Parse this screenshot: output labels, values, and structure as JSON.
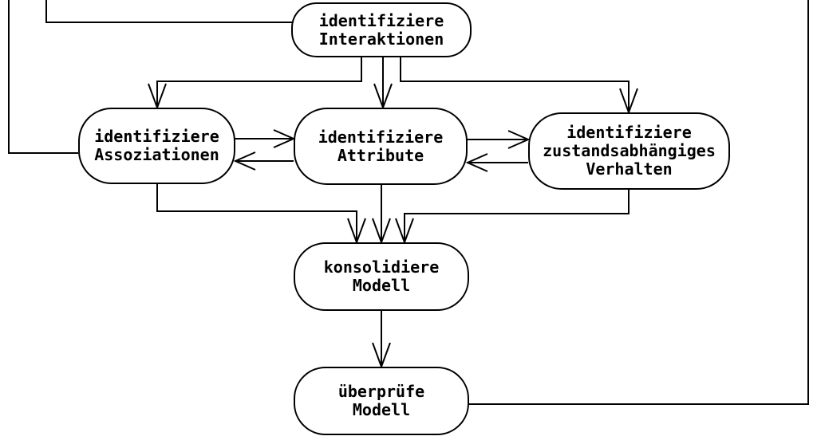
{
  "diagram": {
    "language": "de",
    "background_color": "#ffffff",
    "line_color": "#000000",
    "node_fill_color": "#ffffff",
    "node_border_color": "#000000",
    "nodes": {
      "interaktionen": {
        "lines": [
          "identifiziere",
          "Interaktionen"
        ],
        "label": "identifiziere Interaktionen"
      },
      "assoziationen": {
        "lines": [
          "identifiziere",
          "Assoziationen"
        ],
        "label": "identifiziere Assoziationen"
      },
      "attribute": {
        "lines": [
          "identifiziere",
          "Attribute"
        ],
        "label": "identifiziere Attribute"
      },
      "verhalten": {
        "lines": [
          "identifiziere",
          "zustandsabhängiges",
          "Verhalten"
        ],
        "label": "identifiziere zustandsabhängiges Verhalten"
      },
      "konsolidiere": {
        "lines": [
          "konsolidiere",
          "Modell"
        ],
        "label": "konsolidiere Modell"
      },
      "ueberpruefe": {
        "lines": [
          "überprüfe",
          "Modell"
        ],
        "label": "überprüfe Modell"
      }
    },
    "edges": [
      {
        "from": "offscreen-top-left",
        "to": "interaktionen",
        "arrowhead": false,
        "note": "line cut off at top edge of image"
      },
      {
        "from": "offscreen-top-left",
        "to": "assoziationen",
        "arrowhead": false,
        "note": "line cut off at top edge of image"
      },
      {
        "from": "interaktionen",
        "to": "assoziationen",
        "arrowhead": true
      },
      {
        "from": "interaktionen",
        "to": "attribute",
        "arrowhead": true
      },
      {
        "from": "interaktionen",
        "to": "verhalten",
        "arrowhead": true
      },
      {
        "from": "assoziationen",
        "to": "attribute",
        "arrowhead": true
      },
      {
        "from": "attribute",
        "to": "assoziationen",
        "arrowhead": true
      },
      {
        "from": "attribute",
        "to": "verhalten",
        "arrowhead": true
      },
      {
        "from": "verhalten",
        "to": "attribute",
        "arrowhead": true
      },
      {
        "from": "assoziationen",
        "to": "konsolidiere",
        "arrowhead": true
      },
      {
        "from": "attribute",
        "to": "konsolidiere",
        "arrowhead": true
      },
      {
        "from": "verhalten",
        "to": "konsolidiere",
        "arrowhead": true
      },
      {
        "from": "konsolidiere",
        "to": "ueberpruefe",
        "arrowhead": true
      },
      {
        "from": "ueberpruefe",
        "to": "offscreen-top-right",
        "arrowhead": false,
        "note": "feedback line runs right then up, cut off at top edge"
      }
    ]
  }
}
